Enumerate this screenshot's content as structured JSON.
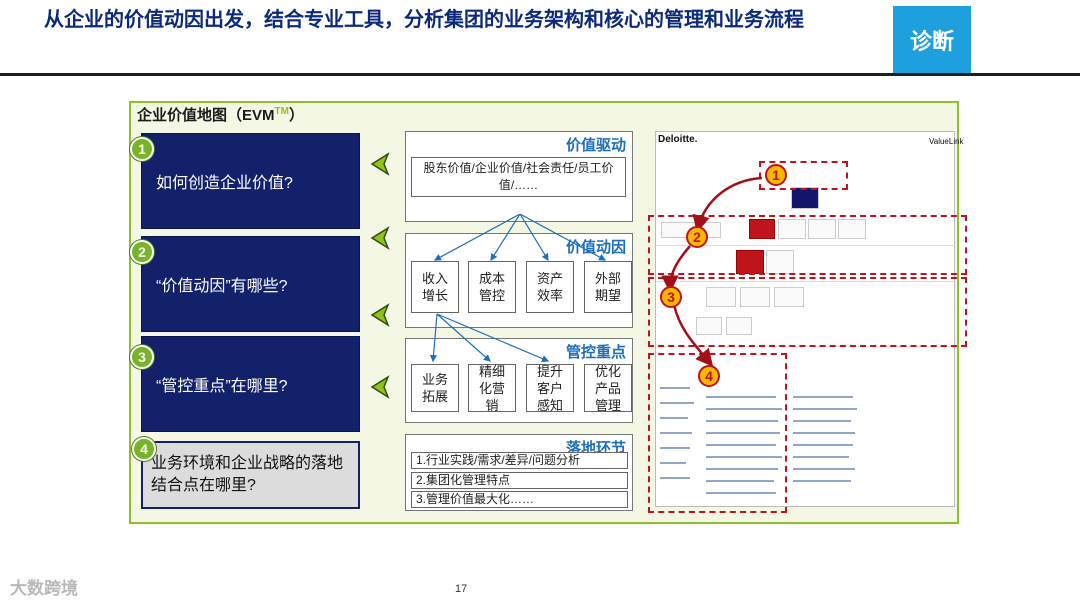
{
  "header": {
    "title": "从企业的价值动因出发，结合专业工具，分析集团的业务架构和核心的管理和业务流程",
    "tag": "诊断"
  },
  "map": {
    "title": "企业价值地图（EVM",
    "title_sup": "TM",
    "title_end": "）",
    "questions": [
      {
        "num": "1",
        "text": "如何创造企业价值?"
      },
      {
        "num": "2",
        "text": "“价值动因”有哪些?"
      },
      {
        "num": "3",
        "text": "“管控重点”在哪里?"
      },
      {
        "num": "4",
        "text": "业务环境和企业战略的落地结合点在哪里?"
      }
    ],
    "panels": {
      "driver": {
        "heading": "价值驱动",
        "text": "股东价值/企业价值/社会责任/员工价值/……"
      },
      "cause": {
        "heading": "价值动因",
        "cells": [
          "收入增长",
          "成本管控",
          "资产效率",
          "外部期望"
        ]
      },
      "focus": {
        "heading": "管控重点",
        "cells": [
          "业务拓展",
          "精细化营销",
          "提升客户感知",
          "优化产品管理"
        ]
      },
      "landing": {
        "heading": "落地环节",
        "items": [
          "1.行业实践/需求/差异/问题分析",
          "2.集团化管理特点",
          "3.管理价值最大化……"
        ]
      }
    },
    "screenshot": {
      "brand": "Deloitte.",
      "product": "ValueLink",
      "markers": [
        "1",
        "2",
        "3",
        "4"
      ]
    }
  },
  "footer": {
    "page_number": "17",
    "watermark": "大数跨境"
  },
  "colors": {
    "title_blue": "#0c2a7a",
    "navy": "#13216a",
    "accent_green": "#78b428",
    "tag_blue": "#1ea0de",
    "heading_blue": "#1e6fb8",
    "marker_red": "#c0141c",
    "marker_yellow": "#f5b800"
  }
}
